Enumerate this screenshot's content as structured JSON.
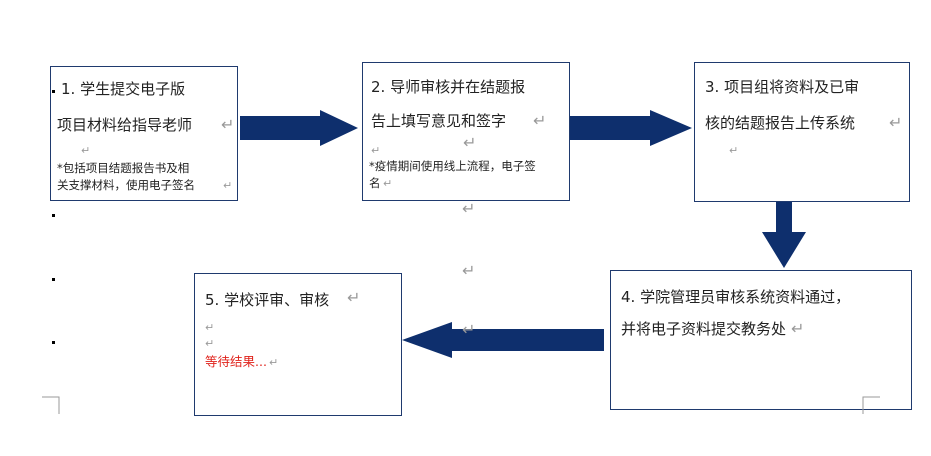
{
  "steps": [
    {
      "line1": "1. 学生提交电子版",
      "line2": "项目材料给指导老师",
      "note1": "*包括项目结题报告书及相",
      "note2": "关支撑材料，使用电子签名"
    },
    {
      "line1": "2. 导师审核并在结题报",
      "line2": "告上填写意见和签字",
      "note1": "*疫情期间使用线上流程，电子签",
      "note2": "名"
    },
    {
      "line1": "3. 项目组将资料及已审",
      "line2": "核的结题报告上传系统"
    },
    {
      "line1": "4. 学院管理员审核系统资料通过，",
      "line2": "并将电子资料提交教务处"
    },
    {
      "line1": "5. 学校评审、审核",
      "status": "等待结果..."
    }
  ],
  "paragraph_mark": "↵",
  "colors": {
    "arrow": "#0e2f6d",
    "border": "#1f3a6e",
    "status": "#e0221b"
  }
}
